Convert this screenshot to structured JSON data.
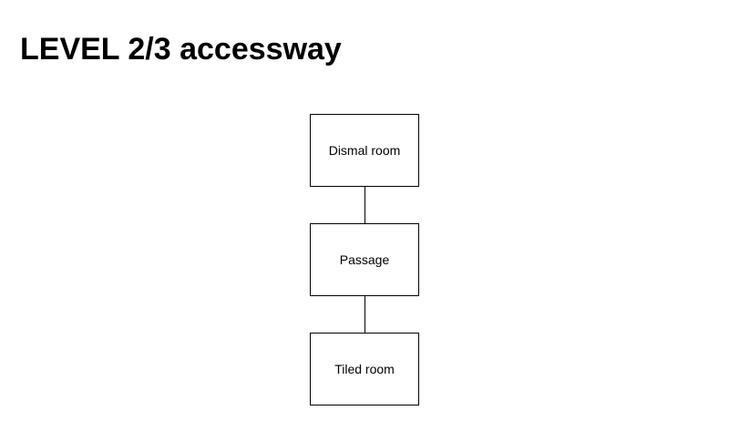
{
  "page": {
    "title": "LEVEL 2/3 accessway",
    "background_color": "#ffffff",
    "text_color": "#000000",
    "border_color": "#000000"
  },
  "diagram": {
    "type": "flowchart",
    "orientation": "vertical",
    "nodes": [
      {
        "id": "dismal-room",
        "label": "Dismal room"
      },
      {
        "id": "passage",
        "label": "Passage"
      },
      {
        "id": "tiled-room",
        "label": "Tiled room"
      }
    ],
    "edges": [
      {
        "from": "dismal-room",
        "to": "passage"
      },
      {
        "from": "passage",
        "to": "tiled-room"
      }
    ]
  }
}
